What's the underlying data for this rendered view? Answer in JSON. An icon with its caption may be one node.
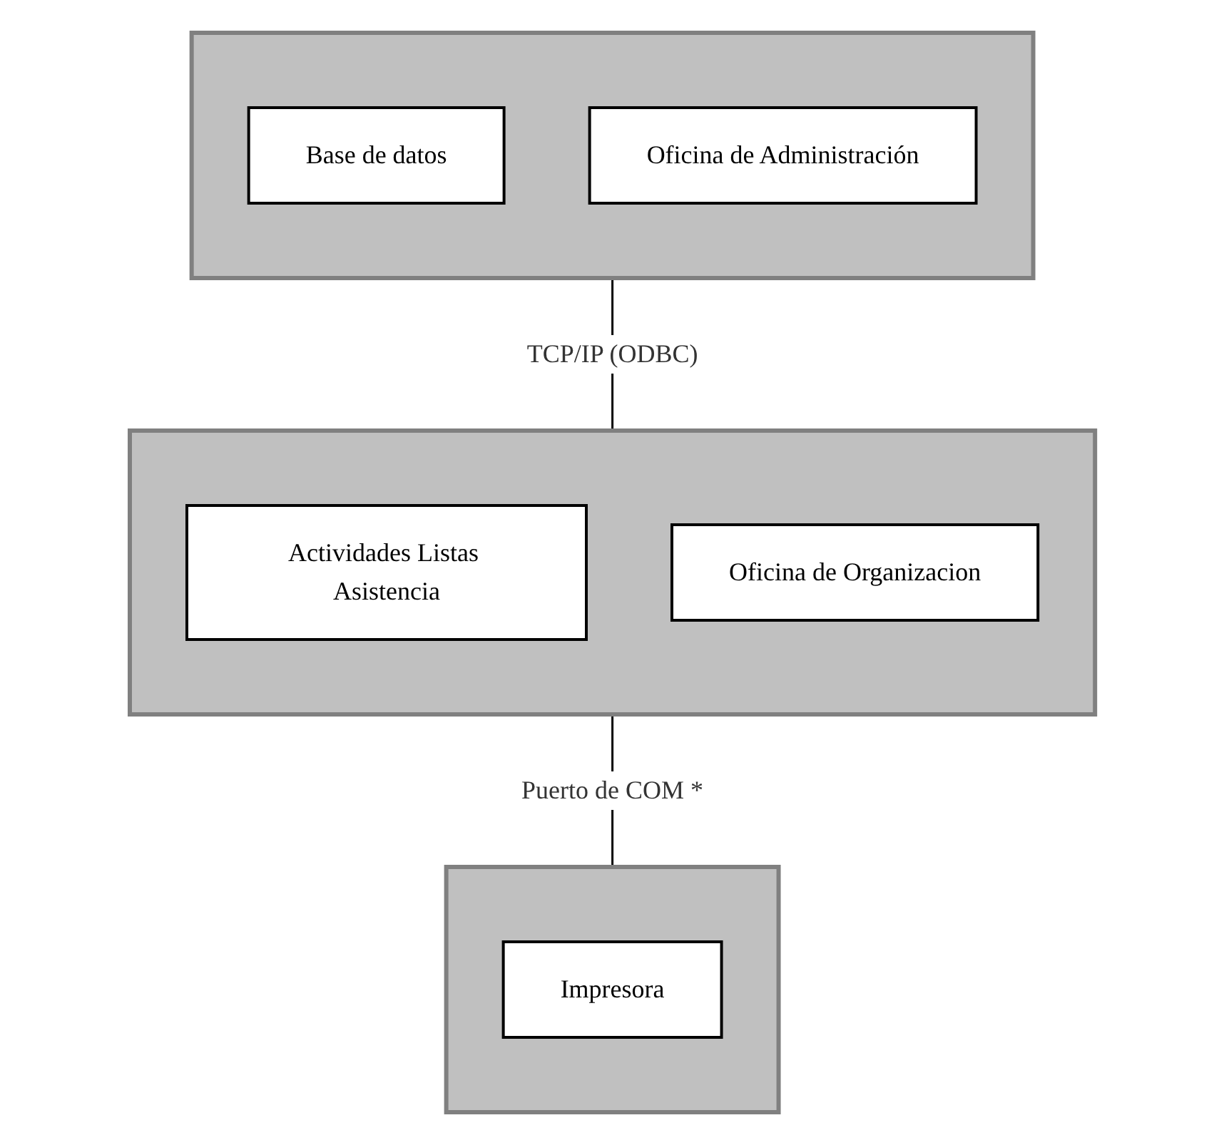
{
  "diagram": {
    "nodes": [
      {
        "text": [],
        "shape": "box"
      },
      {
        "text": [
          "Base de datos"
        ],
        "in": 0
      },
      {
        "text": [
          "Oficina de Administración"
        ],
        "in": 0
      },
      {
        "text": [],
        "shape": "box"
      },
      {
        "text": [
          "Actividades Listas Asistencia"
        ],
        "in": 3
      },
      {
        "text": [
          "Oficina de Organizacion"
        ],
        "in": 3
      },
      {
        "text": [],
        "shape": "box"
      },
      {
        "text": [
          "Impresora"
        ],
        "in": 6
      }
    ],
    "edges": [
      {
        "from": 0,
        "to": 3,
        "arrow": "none",
        "label": "TCP/IP (ODBC)"
      },
      {
        "from": 3,
        "to": 6,
        "arrow": "none",
        "label": "Puerto de COM *"
      }
    ]
  }
}
